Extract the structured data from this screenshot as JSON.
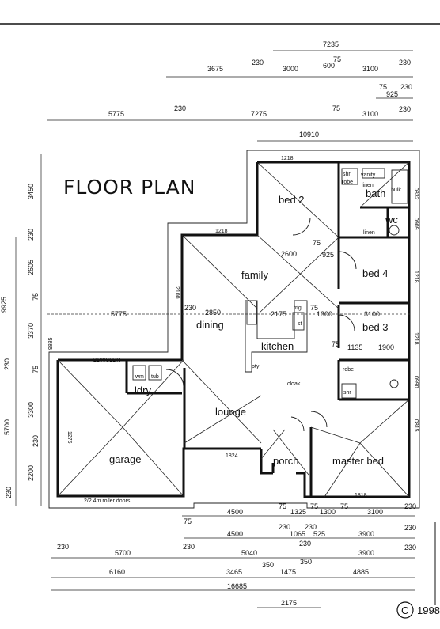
{
  "title": "FLOOR PLAN",
  "copyright": "1998",
  "copyright_symbol": "C",
  "rooms": {
    "bed2": "bed 2",
    "bath": "bath",
    "wc": "wc",
    "family": "family",
    "bed4": "bed 4",
    "bed3": "bed 3",
    "dining": "dining",
    "kitchen": "kitchen",
    "ldry": "ldry",
    "lounge": "lounge",
    "garage": "garage",
    "porch": "porch",
    "master_bed": "master bed"
  },
  "labels": {
    "robe_top": "robe",
    "shr_top": "shr",
    "vanity": "vanity",
    "linen_top": "linen",
    "bulk": "bulk",
    "linen_mid": "linen",
    "robe_mid": "robe",
    "shr_mid": "shr",
    "fridge": "frig",
    "sink": "st",
    "pty": "pty",
    "cloak": "cloak",
    "wm": "wm",
    "tub": "tub",
    "roller_doors": "2/2.4m roller doors",
    "slider": "2100SLDR",
    "gar_side": "1275"
  },
  "dims_top": {
    "d7235": "7235",
    "d3675": "3675",
    "d230a": "230",
    "d3000": "3000",
    "d600": "600",
    "d75a": "75",
    "d3100a": "3100",
    "d230b": "230",
    "d75b": "75",
    "d925a": "925",
    "d230c": "230",
    "d5775": "5775",
    "d230d": "230",
    "d7275": "7275",
    "d75c": "75",
    "d3100b": "3100",
    "d230e": "230",
    "d10910": "10910"
  },
  "dims_inner": {
    "d1218a": "1218",
    "d1218b": "1218",
    "d75d": "75",
    "d2600": "2600",
    "d925b": "925",
    "d2850": "2850",
    "d2175": "2175",
    "d75e": "75",
    "d1300": "1300",
    "d230f": "230",
    "d5775b": "5775",
    "d75f": "75",
    "d1135": "1135",
    "d1900": "1900",
    "d3100c": "3100",
    "d1824": "1824",
    "d1818": "1818",
    "d2100": "2100",
    "d1218c": "1218",
    "d1218d": "1218",
    "d0815": "0815",
    "d0990": "0990",
    "d0909": "0909",
    "d0832": "0832"
  },
  "dims_left": {
    "d3450": "3450",
    "d230g": "230",
    "d2605": "2605",
    "d75g": "75",
    "d3370": "3370",
    "d9885": "9885",
    "d230h": "230",
    "d75h": "75",
    "d3300": "3300",
    "d5700": "5700",
    "d230i": "230",
    "d2200": "2200",
    "d230j": "230",
    "d9925": "9925"
  },
  "dims_bottom": {
    "d4500a": "4500",
    "d75i": "75",
    "d1325": "1325",
    "d75j": "75",
    "d1300b": "1300",
    "d75k": "75",
    "d3100d": "3100",
    "d230k": "230",
    "d75l": "75",
    "d230l": "230",
    "d230m": "230",
    "d4500b": "4500",
    "d1065": "1065",
    "d525": "525",
    "d3900a": "3900",
    "d230n": "230",
    "d230o": "230",
    "d230p": "230",
    "d350a": "350",
    "d230q": "230",
    "d5700b": "5700",
    "d5040": "5040",
    "d3900b": "3900",
    "d230r": "230",
    "d350b": "350",
    "d6160": "6160",
    "d3465": "3465",
    "d1475": "1475",
    "d4885": "4885",
    "d16685": "16685",
    "d2175b": "2175"
  }
}
